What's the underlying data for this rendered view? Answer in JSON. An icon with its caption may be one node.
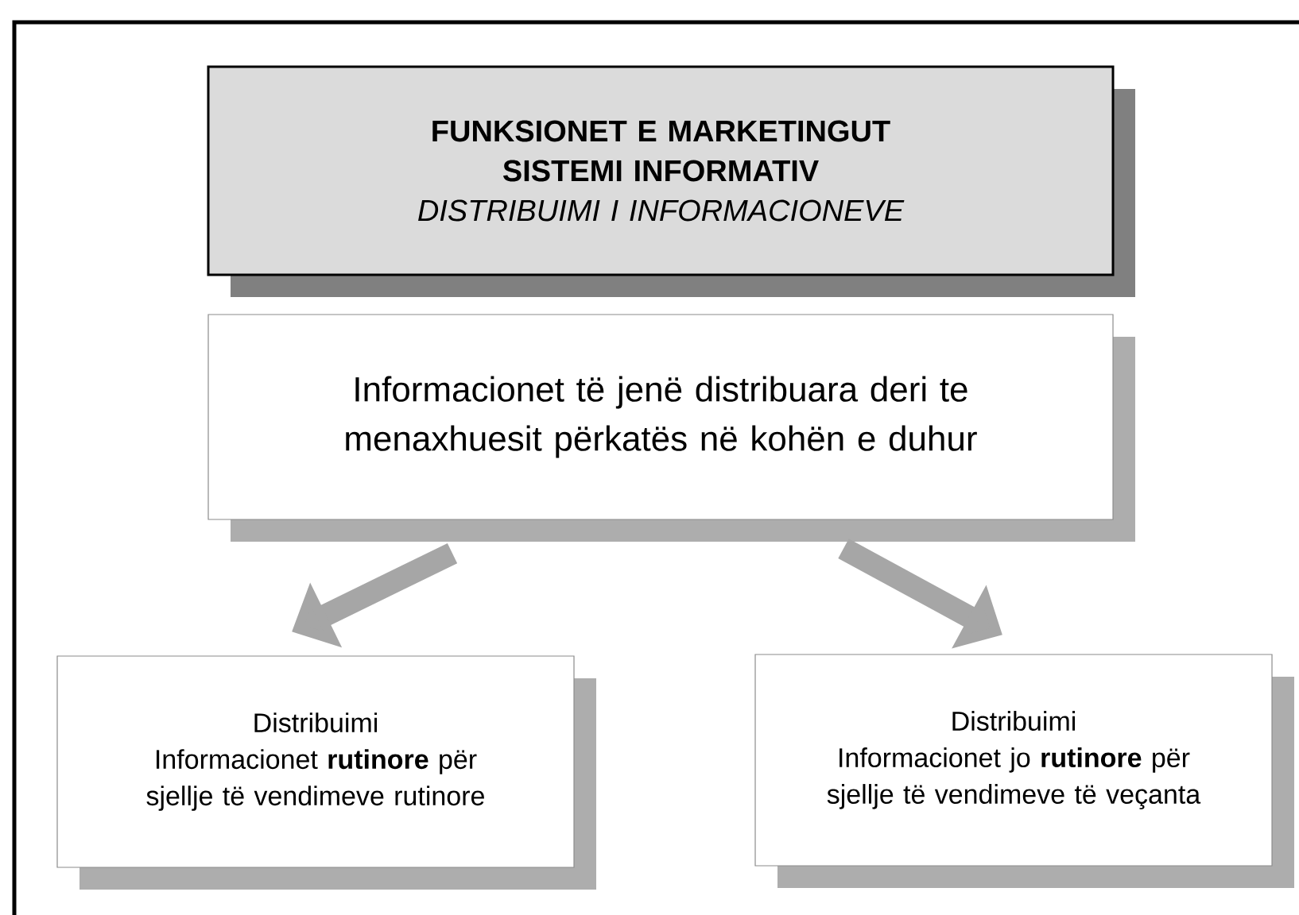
{
  "diagram": {
    "nodes": [
      {
        "text": [
          "FUNKSIONET E MARKETINGUT SISTEMI INFORMATIV",
          "DISTRIBUIMI I INFORMACIONEVE"
        ]
      },
      {
        "text": [
          "Informacionet të jenë distribuara deri te menaxhuesit përkatës në kohën e duhur"
        ]
      },
      {
        "text": [
          "Distribuimi",
          "Informacionet **rutinore** për sjellje të vendimeve rutinore"
        ]
      },
      {
        "text": [
          "Distribuimi",
          "Informacionet jo **rutinore** për sjellje të vendimeve të veçanta"
        ]
      }
    ],
    "edges": [
      {
        "from": 1,
        "to": 2,
        "arrow": "to"
      },
      {
        "from": 1,
        "to": 3,
        "arrow": "to"
      }
    ]
  }
}
